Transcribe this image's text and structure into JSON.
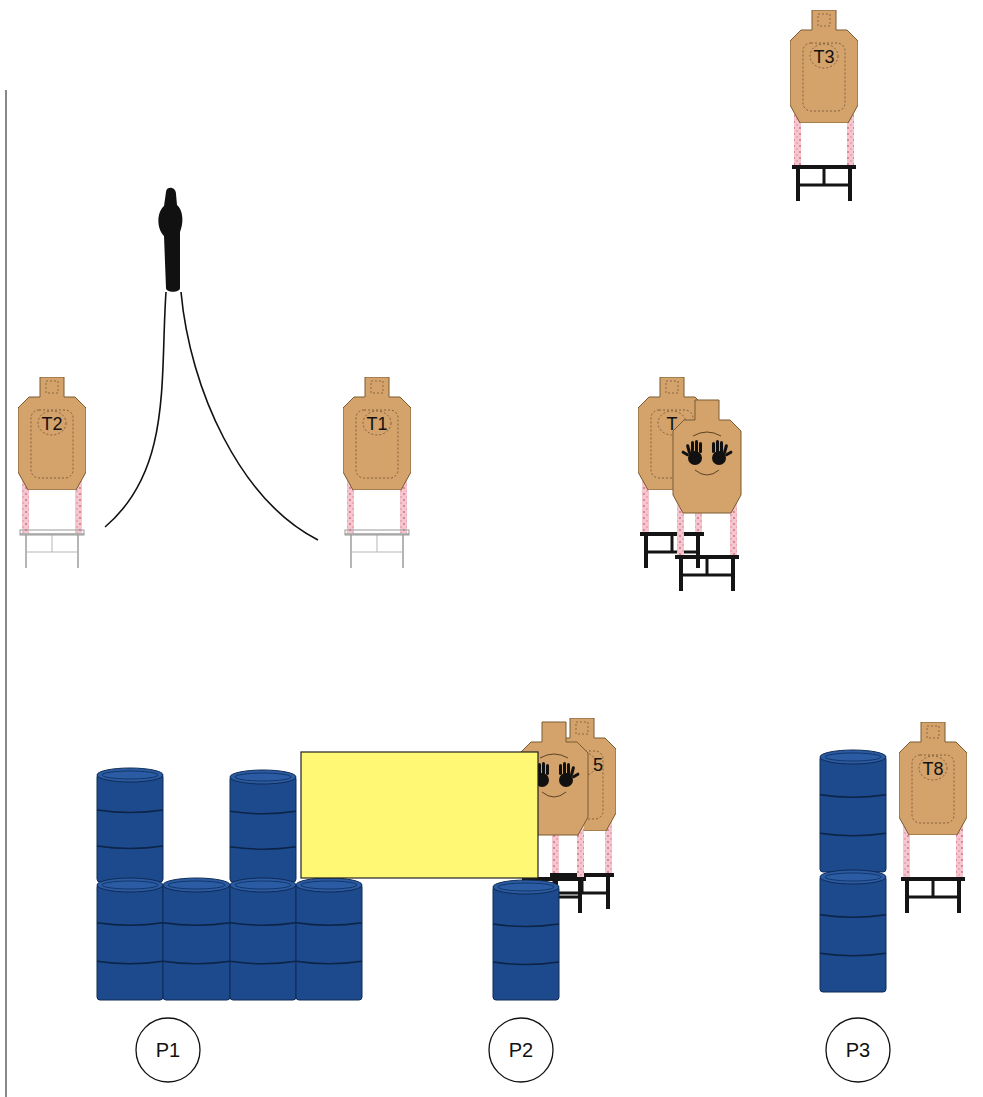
{
  "diagram": {
    "nodes": [
      {
        "text": [
          "T3"
        ]
      },
      {
        "text": [
          "T2"
        ]
      },
      {
        "text": [
          "T1"
        ]
      },
      {
        "text": [
          "T"
        ]
      },
      {
        "text": [
          "5"
        ]
      },
      {
        "text": [
          "T8"
        ]
      },
      {
        "text": [
          "P1"
        ]
      },
      {
        "text": [
          "P2"
        ]
      },
      {
        "text": [
          "P3"
        ]
      }
    ]
  }
}
